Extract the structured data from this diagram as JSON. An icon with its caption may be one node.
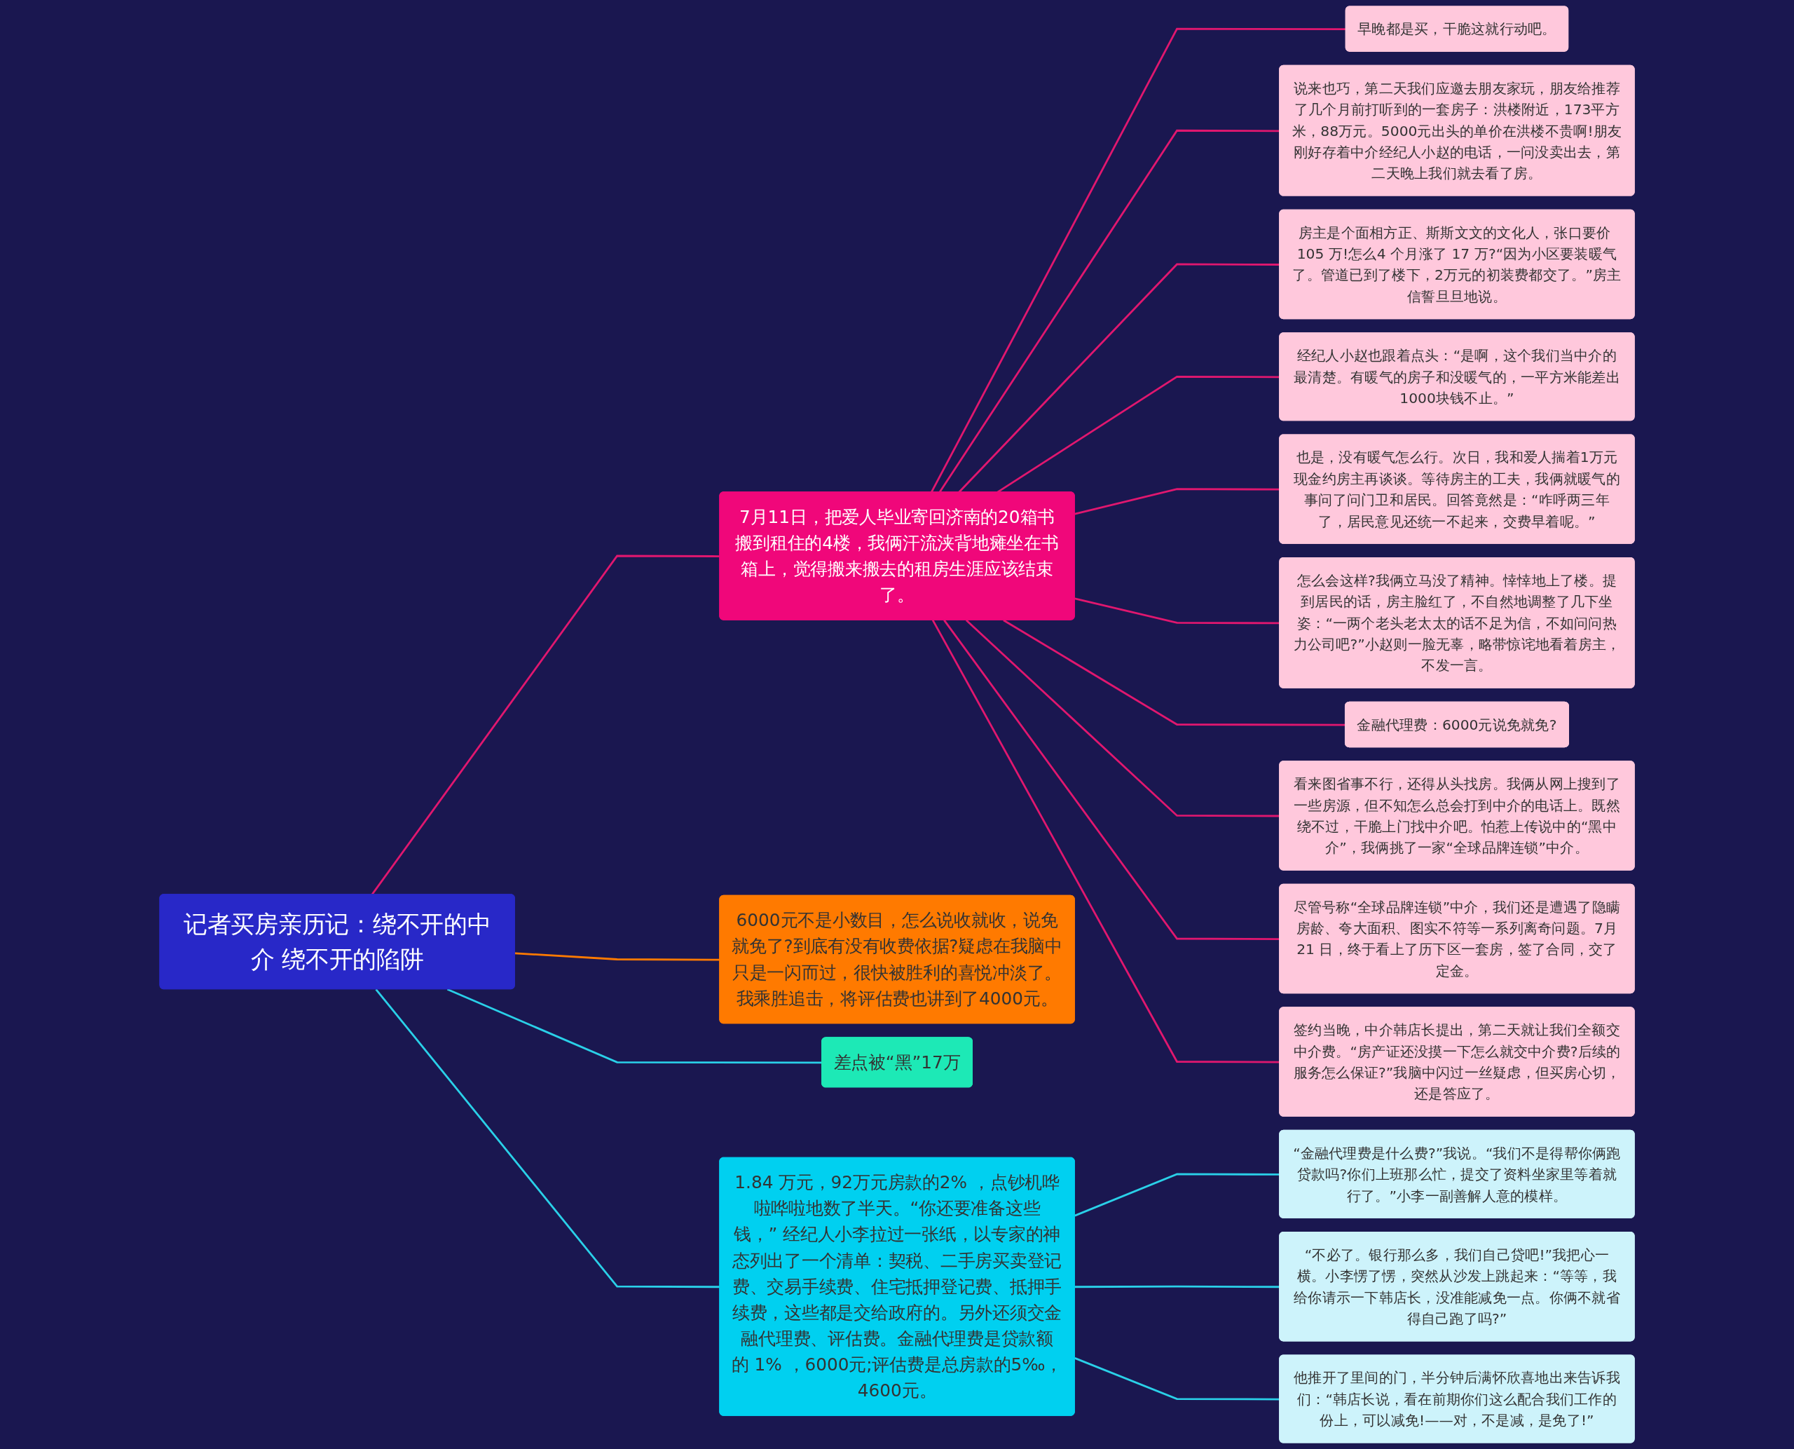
{
  "diagram": {
    "nodes": [
      {
        "text": [
          "记者买房亲历记：绕不开的中介 绕不开的陷阱"
        ]
      },
      {
        "text": [
          "7月11日，把爱人毕业寄回济南的20箱书搬到租住的4楼，我俩汗流浃背地瘫坐在书箱上，觉得搬来搬去的租房生涯应该结束了。"
        ]
      },
      {
        "text": [
          "早晚都是买，干脆这就行动吧。"
        ]
      },
      {
        "text": [
          "说来也巧，第二天我们应邀去朋友家玩，朋友给推荐了几个月前打听到的一套房子：洪楼附近，173平方米，88万元。5000元出头的单价在洪楼不贵啊!朋友刚好存着中介经纪人小赵的电话，一问没卖出去，第二天晚上我们就去看了房。"
        ]
      },
      {
        "text": [
          "房主是个面相方正、斯斯文文的文化人，张口要价 105 万!怎么4 个月涨了 17 万?“因为小区要装暖气了。管道已到了楼下，2万元的初装费都交了。”房主信誓旦旦地说。"
        ]
      },
      {
        "text": [
          "经纪人小赵也跟着点头：“是啊，这个我们当中介的最清楚。有暖气的房子和没暖气的，一平方米能差出1000块钱不止。”"
        ]
      },
      {
        "text": [
          "也是，没有暖气怎么行。次日，我和爱人揣着1万元现金约房主再谈谈。等待房主的工夫，我俩就暖气的事问了问门卫和居民。回答竟然是：“咋呼两三年了，居民意见还统一不起来，交费早着呢。”"
        ]
      },
      {
        "text": [
          "怎么会这样?我俩立马没了精神。悻悻地上了楼。提到居民的话，房主脸红了，不自然地调整了几下坐姿：“一两个老头老太太的话不足为信，不如问问热力公司吧?”小赵则一脸无辜，略带惊诧地看着房主，不发一言。"
        ]
      },
      {
        "text": [
          "金融代理费：6000元说免就免?"
        ]
      },
      {
        "text": [
          "看来图省事不行，还得从头找房。我俩从网上搜到了一些房源，但不知怎么总会打到中介的电话上。既然绕不过，干脆上门找中介吧。怕惹上传说中的“黑中介”，我俩挑了一家“全球品牌连锁”中介。"
        ]
      },
      {
        "text": [
          "尽管号称“全球品牌连锁”中介，我们还是遭遇了隐瞒房龄、夸大面积、图实不符等一系列离奇问题。7月21 日，终于看上了历下区一套房，签了合同，交了定金。"
        ]
      },
      {
        "text": [
          "签约当晚，中介韩店长提出，第二天就让我们全额交中介费。“房产证还没摸一下怎么就交中介费?后续的服务怎么保证?”我脑中闪过一丝疑虑，但买房心切，还是答应了。"
        ]
      },
      {
        "text": [
          "6000元不是小数目，怎么说收就收，说免就免了?到底有没有收费依据?疑虑在我脑中只是一闪而过，很快被胜利的喜悦冲淡了。我乘胜追击，将评估费也讲到了4000元。"
        ]
      },
      {
        "text": [
          "差点被“黑”17万"
        ]
      },
      {
        "text": [
          "1.84 万元，92万元房款的2% ，点钞机哗啦哗啦地数了半天。“你还要准备这些钱，” 经纪人小李拉过一张纸，以专家的神态列出了一个清单：契税、二手房买卖登记费、交易手续费、住宅抵押登记费、抵押手续费，这些都是交给政府的。另外还须交金融代理费、评估费。金融代理费是贷款额的 1% ，6000元;评估费是总房款的5‰，4600元。"
        ]
      },
      {
        "text": [
          "“金融代理费是什么费?”我说。“我们不是得帮你俩跑贷款吗?你们上班那么忙，提交了资料坐家里等着就行了。”小李一副善解人意的模样。"
        ]
      },
      {
        "text": [
          "“不必了。银行那么多，我们自己贷吧!”我把心一横。小李愣了愣，突然从沙发上跳起来：“等等，我给你请示一下韩店长，没准能减免一点。你俩不就省得自己跑了吗?”"
        ]
      },
      {
        "text": [
          "他推开了里间的门，半分钟后满怀欣喜地出来告诉我们：“韩店长说，看在前期你们这么配合我们工作的份上，可以减免!——对，不是减，是免了!”"
        ]
      }
    ],
    "edges": [
      {
        "from": 0,
        "to": 1,
        "arrow": "none"
      },
      {
        "from": 1,
        "to": 2,
        "arrow": "none"
      },
      {
        "from": 1,
        "to": 3,
        "arrow": "none"
      },
      {
        "from": 1,
        "to": 4,
        "arrow": "none"
      },
      {
        "from": 1,
        "to": 5,
        "arrow": "none"
      },
      {
        "from": 1,
        "to": 6,
        "arrow": "none"
      },
      {
        "from": 1,
        "to": 7,
        "arrow": "none"
      },
      {
        "from": 1,
        "to": 8,
        "arrow": "none"
      },
      {
        "from": 1,
        "to": 9,
        "arrow": "none"
      },
      {
        "from": 1,
        "to": 10,
        "arrow": "none"
      },
      {
        "from": 1,
        "to": 11,
        "arrow": "none"
      },
      {
        "from": 0,
        "to": 12,
        "arrow": "none",
        "color": "#ff7a00"
      },
      {
        "from": 0,
        "to": 13,
        "arrow": "none",
        "color": "#2ad0e8"
      },
      {
        "from": 0,
        "to": 14,
        "arrow": "none",
        "color": "#2ad0e8"
      },
      {
        "from": 14,
        "to": 15,
        "arrow": "none",
        "color": "#2ad0e8"
      },
      {
        "from": 14,
        "to": 16,
        "arrow": "none",
        "color": "#2ad0e8"
      },
      {
        "from": 14,
        "to": 17,
        "arrow": "none",
        "color": "#2ad0e8"
      }
    ]
  }
}
